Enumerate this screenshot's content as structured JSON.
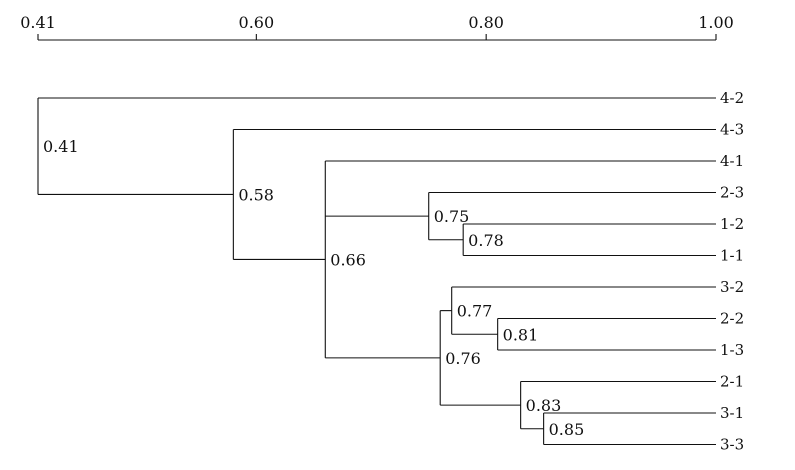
{
  "chart_data": {
    "type": "dendrogram",
    "axis": {
      "min": 0.41,
      "max": 1.0,
      "ticks": [
        {
          "value": 0.41,
          "label": "0.41"
        },
        {
          "value": 0.6,
          "label": "0.60"
        },
        {
          "value": 0.8,
          "label": "0.80"
        },
        {
          "value": 1.0,
          "label": "1.00"
        }
      ]
    },
    "leaves": [
      "4-2",
      "4-3",
      "4-1",
      "2-3",
      "1-2",
      "1-1",
      "3-2",
      "2-2",
      "1-3",
      "2-1",
      "3-1",
      "3-3"
    ],
    "merges": [
      {
        "label": "0.78",
        "similarity": 0.78,
        "children": [
          "1-2",
          "1-1"
        ]
      },
      {
        "label": "0.75",
        "similarity": 0.75,
        "children": [
          "2-3",
          "m:0.78"
        ]
      },
      {
        "label": "0.81",
        "similarity": 0.81,
        "children": [
          "2-2",
          "1-3"
        ]
      },
      {
        "label": "0.77",
        "similarity": 0.77,
        "children": [
          "3-2",
          "m:0.81"
        ]
      },
      {
        "label": "0.85",
        "similarity": 0.85,
        "children": [
          "3-1",
          "3-3"
        ]
      },
      {
        "label": "0.83",
        "similarity": 0.83,
        "children": [
          "2-1",
          "m:0.85"
        ]
      },
      {
        "label": "0.76",
        "similarity": 0.76,
        "children": [
          "m:0.77",
          "m:0.83"
        ]
      },
      {
        "label": "0.66",
        "similarity": 0.66,
        "children": [
          "4-1",
          "m:0.75",
          "m:0.76"
        ]
      },
      {
        "label": "0.58",
        "similarity": 0.58,
        "children": [
          "4-3",
          "m:0.66"
        ]
      },
      {
        "label": "0.41",
        "similarity": 0.41,
        "children": [
          "4-2",
          "m:0.58"
        ]
      }
    ]
  }
}
